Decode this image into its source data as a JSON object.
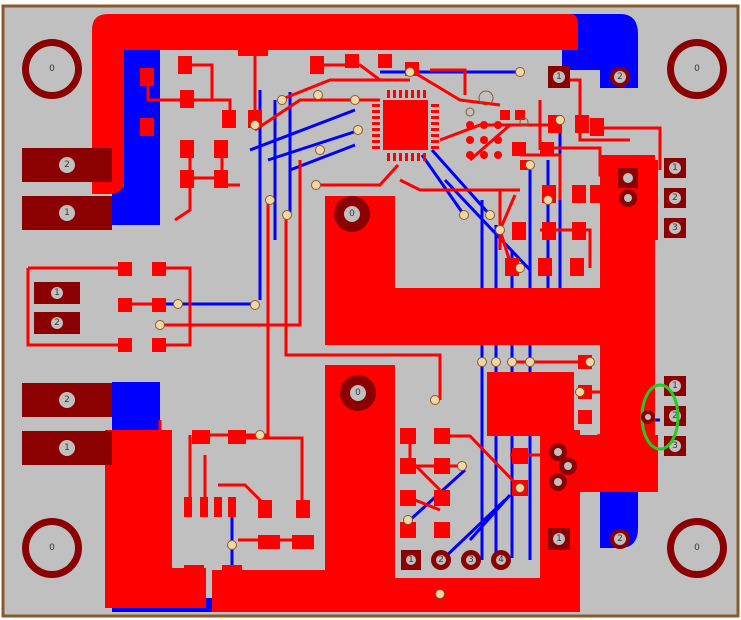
{
  "board": {
    "background_color": "#c0c0c0",
    "outline_color": "#8a5a2b",
    "top_copper_color": "#ff0000",
    "bottom_copper_color": "#0000ff",
    "pad_color": "#8b0000",
    "selection_color": "#22cc22"
  },
  "mounting_holes": {
    "label": "0"
  },
  "connectors": {
    "power_in_top": {
      "pins": [
        "2",
        "1"
      ]
    },
    "signal_left": {
      "pins": [
        "1",
        "2"
      ]
    },
    "power_in_bottom": {
      "pins": [
        "2",
        "1"
      ]
    },
    "right_header_top": {
      "pins": [
        "1",
        "2",
        "3"
      ]
    },
    "right_header_bottom": {
      "pins": [
        "1",
        "2",
        "3"
      ]
    },
    "bottom_header": {
      "pins": [
        "1",
        "2",
        "3",
        "4"
      ]
    },
    "large_pads": {
      "label": "0"
    },
    "small_pads": {
      "pin1": "1",
      "pin2": "2"
    }
  }
}
